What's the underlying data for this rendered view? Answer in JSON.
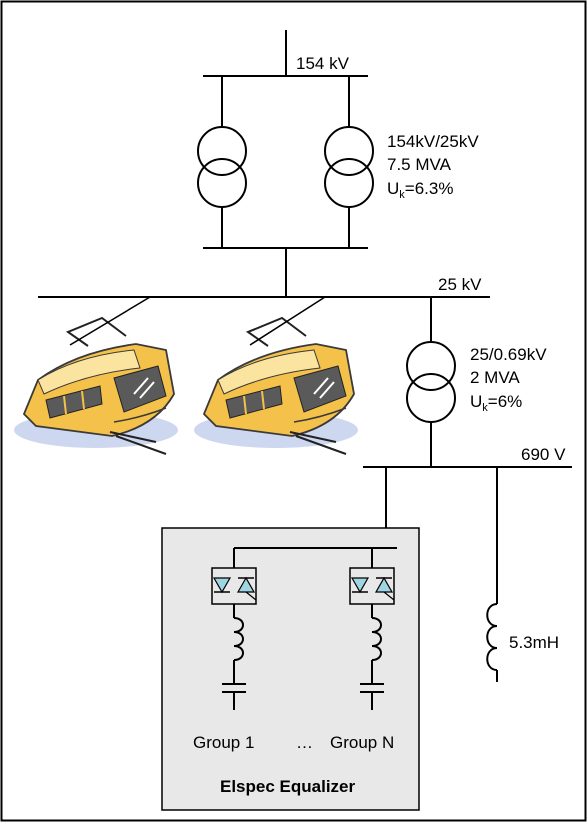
{
  "buses": {
    "hv": "154 kV",
    "mv": "25 kV",
    "lv": "690 V"
  },
  "transformer_main": {
    "ratio": "154kV/25kV",
    "rating": "7.5 MVA",
    "uk_prefix": "U",
    "uk_sub": "k",
    "uk_value": "=6.3%"
  },
  "transformer_aux": {
    "ratio": "25/0.69kV",
    "rating": "2 MVA",
    "uk_prefix": "U",
    "uk_sub": "k",
    "uk_value": "=6%"
  },
  "load_inductor": "5.3mH",
  "equalizer": {
    "title": "Elspec Equalizer",
    "group_first": "Group 1",
    "ellipsis": "…",
    "group_last": "Group N"
  },
  "colors": {
    "equalizer_fill": "#e8e8e8",
    "tram_body": "#f4c14a",
    "tram_window": "#5a5a5a",
    "tram_shadow": "#b9c6ea",
    "thyristor_fill": "#9fd4e2"
  }
}
